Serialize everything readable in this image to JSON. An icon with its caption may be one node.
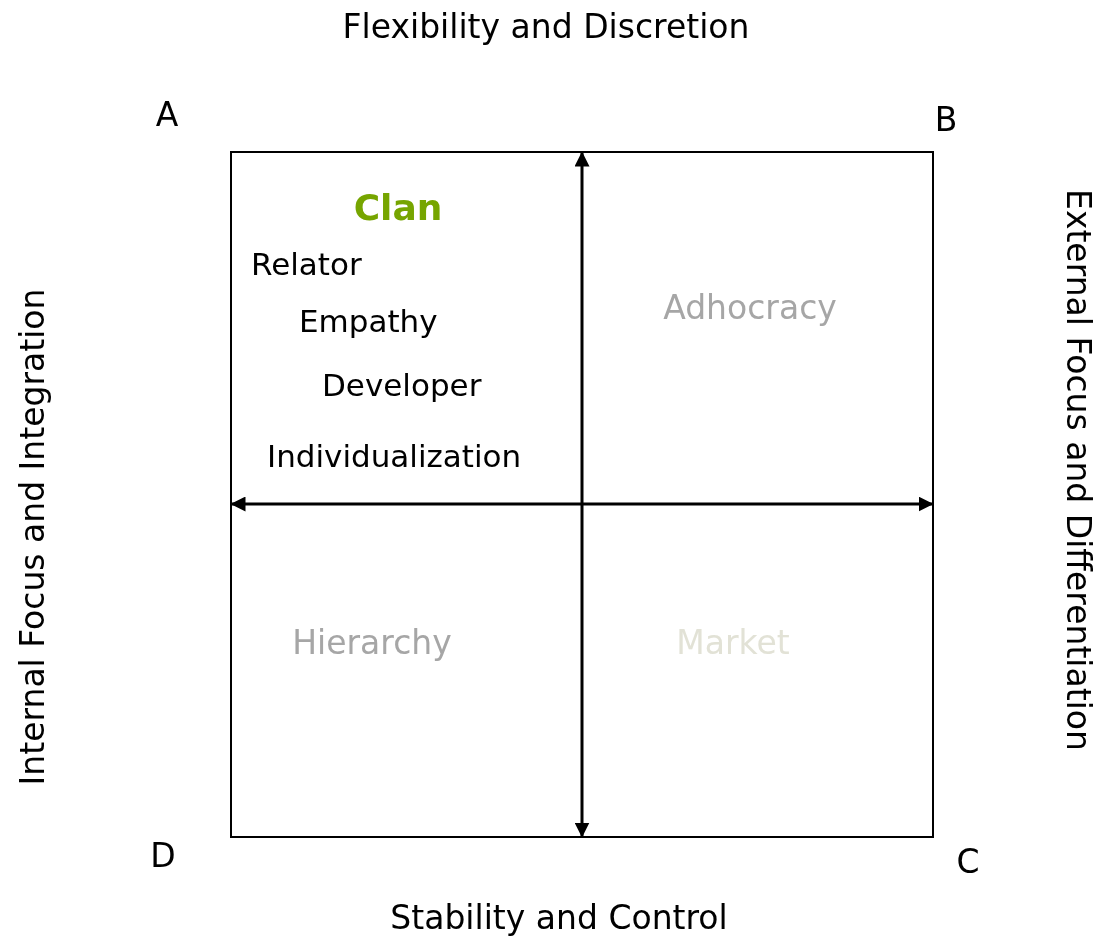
{
  "diagram": {
    "nodes": [
      {
        "text": [],
        "shape": "box"
      },
      {
        "text": [
          "Clan",
          "Relator",
          "Empathy",
          "Developer",
          "Individualization"
        ],
        "in": 0
      },
      {
        "text": [
          "Adhocracy"
        ],
        "in": 0
      },
      {
        "text": [
          "Hierarchy"
        ],
        "in": 0
      },
      {
        "text": [
          "Market"
        ],
        "in": 0
      }
    ],
    "edges": [],
    "labels": [
      "Flexibility and Discretion",
      "A",
      "B",
      "Internal Focus and Integration",
      "External Focus and Differentiation",
      "D",
      "C",
      "Stability and Control"
    ]
  }
}
